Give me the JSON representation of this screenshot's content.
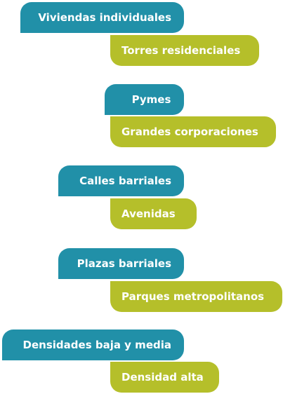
{
  "pairs": [
    {
      "left": "Viviendas individuales",
      "right": "Torres residenciales"
    },
    {
      "left": "Pymes",
      "right": "Grandes corporaciones"
    },
    {
      "left": "Calles barriales",
      "right": "Avenidas"
    },
    {
      "left": "Plazas barriales",
      "right": "Parques metropolitanos"
    },
    {
      "left": "Densidades baja y media",
      "right": "Densidad alta"
    }
  ],
  "colors": {
    "blue": "#2190a8",
    "green": "#b5bf2a",
    "text": "#ffffff"
  }
}
